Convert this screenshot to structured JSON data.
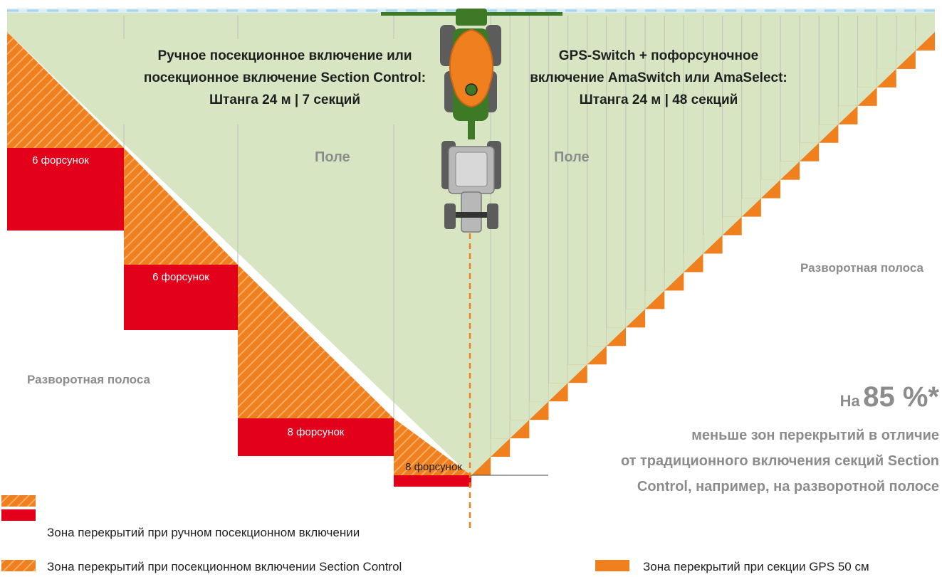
{
  "colors": {
    "field": "#d7e5c2",
    "orange": "#f0801e",
    "red": "#e2001a",
    "line": "#c2c9b8",
    "text_dark": "#1f1f1f",
    "text_grey": "#8c8c8c",
    "tractor_green": "#3e7a25",
    "water": "#a8d3ea"
  },
  "left": {
    "title_lines": [
      "Ручное посекционное включение или",
      "посекционное включение Section Control:",
      "Штанга 24 м | 7 секций"
    ],
    "field_label": "Поле",
    "headland_label": "Разворотная полоса",
    "nozzles": [
      "6 форсунок",
      "6 форсунок",
      "8 форсунок",
      "8 форсунок"
    ]
  },
  "right": {
    "title_lines": [
      "GPS-Switch + пофорсуночное",
      "включение AmaSwitch или AmaSelect:",
      "Штанга 24 м | 48 секций"
    ],
    "field_label": "Поле",
    "headland_label": "Разворотная полоса",
    "benefit": {
      "prefix": "На",
      "value": "85 %*",
      "lines": [
        "меньше зон перекрытий в отличие",
        "от традиционного включения секций Section",
        "Control, например, на разворотной полосе"
      ]
    }
  },
  "legend": {
    "manual": "Зона перекрытий при ручном посекционном включении",
    "section_control": "Зона перекрытий при посекционном включении Section Control",
    "gps": "Зона перекрытий при секции GPS 50 см"
  }
}
